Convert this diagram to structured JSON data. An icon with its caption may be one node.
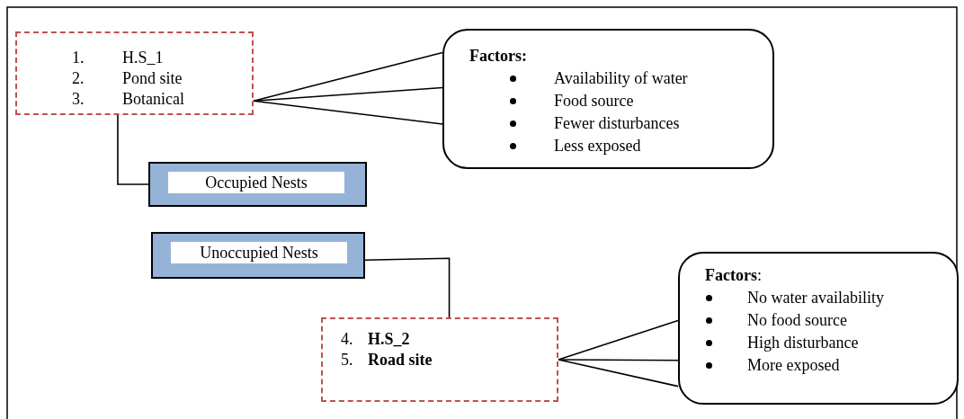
{
  "diagram": {
    "nodes": [
      {
        "text": [
          "1.",
          "H.S_1",
          "2.",
          "Pond site",
          "3.",
          "Botanical"
        ]
      },
      {
        "text": [
          "Factors:",
          "Availability of water",
          "Food source",
          "Fewer disturbances",
          "Less exposed"
        ]
      },
      {
        "text": [
          "Occupied Nests"
        ]
      },
      {
        "text": [
          "Unoccupied Nests"
        ]
      },
      {
        "text": [
          "4.",
          "H.S_2",
          "5.",
          "Road site"
        ]
      },
      {
        "text": [
          "**Factors**:",
          "No water availability",
          "No food source",
          "High disturbance",
          "More exposed"
        ]
      }
    ],
    "edges": [
      {
        "from": 0,
        "to": 1,
        "arrow": "none"
      },
      {
        "from": 0,
        "to": 1,
        "arrow": "none"
      },
      {
        "from": 0,
        "to": 1,
        "arrow": "none"
      },
      {
        "from": 0,
        "to": 2,
        "arrow": "none"
      },
      {
        "from": 3,
        "to": 4,
        "arrow": "none"
      },
      {
        "from": 4,
        "to": 5,
        "arrow": "none"
      },
      {
        "from": 4,
        "to": 5,
        "arrow": "none"
      },
      {
        "from": 4,
        "to": 5,
        "arrow": "none"
      }
    ]
  }
}
